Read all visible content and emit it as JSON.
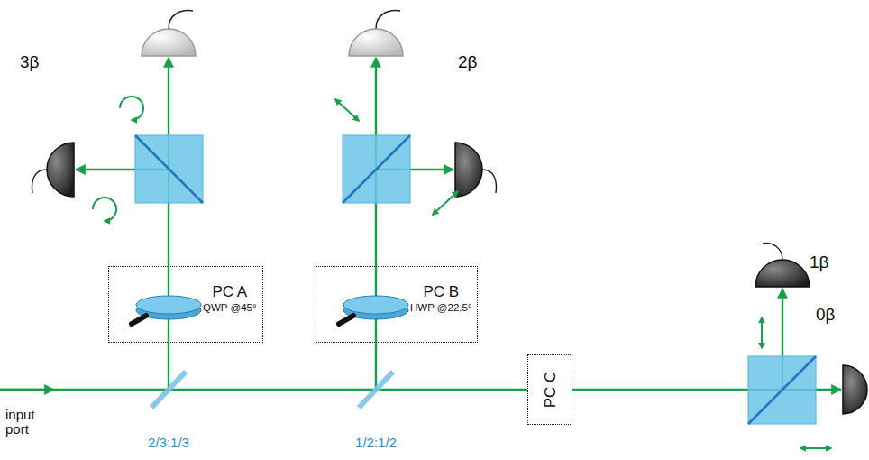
{
  "diagram": {
    "nodes": [
      {
        "text": [
          "PC A",
          "QWP @45°"
        ]
      },
      {
        "text": [
          "PC B",
          "HWP @22.5°"
        ]
      },
      {
        "text": [
          "PC C"
        ]
      }
    ],
    "labels": [
      "3β",
      "2β",
      "1β",
      "0β",
      "input port",
      "2/3:1/3",
      "1/2:1/2"
    ]
  }
}
